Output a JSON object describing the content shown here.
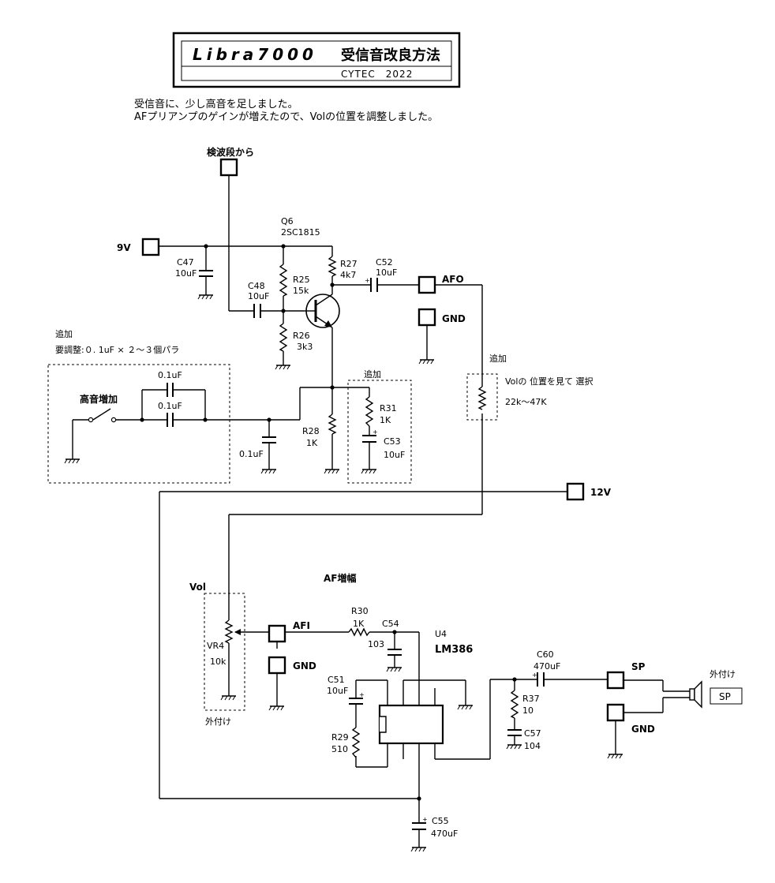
{
  "title": {
    "name": "Libra7000",
    "subject": "受信音改良方法",
    "credit": "CYTEC　2022"
  },
  "description": [
    "受信音に、少し高音を足しました。",
    "AFプリアンプのゲインが増えたので、Volの位置を調整しました。"
  ],
  "labels": {
    "detector_input": "検波段から",
    "v9": "9V",
    "v12": "12V",
    "afo": "AFO",
    "afi": "AFI",
    "gnd": "GND",
    "sp": "SP",
    "vol": "Vol",
    "af_amp": "AF増幅",
    "treble_boost": "高音増加",
    "added": "追加",
    "adjust_note": "要調整:０. 1uF × ２〜３個パラ",
    "vol_note_1": "Volの 位置を見て 選択",
    "vol_note_2": "22k〜47K",
    "external": "外付け",
    "sp_box": "SP"
  },
  "components": {
    "q6": {
      "ref": "Q6",
      "value": "2SC1815"
    },
    "c47": {
      "ref": "C47",
      "value": "10uF"
    },
    "c48": {
      "ref": "C48",
      "value": "10uF"
    },
    "r25": {
      "ref": "R25",
      "value": "15k"
    },
    "r26": {
      "ref": "R26",
      "value": "3k3"
    },
    "r27": {
      "ref": "R27",
      "value": "4k7"
    },
    "c52": {
      "ref": "C52",
      "value": "10uF"
    },
    "r28": {
      "ref": "R28",
      "value": "1K"
    },
    "r31": {
      "ref": "R31",
      "value": "1K"
    },
    "c53": {
      "ref": "C53",
      "value": "10uF"
    },
    "c_add1": {
      "value": "0.1uF"
    },
    "c_add2": {
      "value": "0.1uF"
    },
    "c_add3": {
      "value": "0.1uF"
    },
    "vr4": {
      "ref": "VR4",
      "value": "10k"
    },
    "r30": {
      "ref": "R30",
      "value": "1K"
    },
    "c54": {
      "ref": "C54",
      "value": "103"
    },
    "u4": {
      "ref": "U4",
      "value": "LM386"
    },
    "c51": {
      "ref": "C51",
      "value": "10uF"
    },
    "r29": {
      "ref": "R29",
      "value": "510"
    },
    "c60": {
      "ref": "C60",
      "value": "470uF"
    },
    "r37": {
      "ref": "R37",
      "value": "10"
    },
    "c57": {
      "ref": "C57",
      "value": "104"
    },
    "c55": {
      "ref": "C55",
      "value": "470uF"
    }
  }
}
